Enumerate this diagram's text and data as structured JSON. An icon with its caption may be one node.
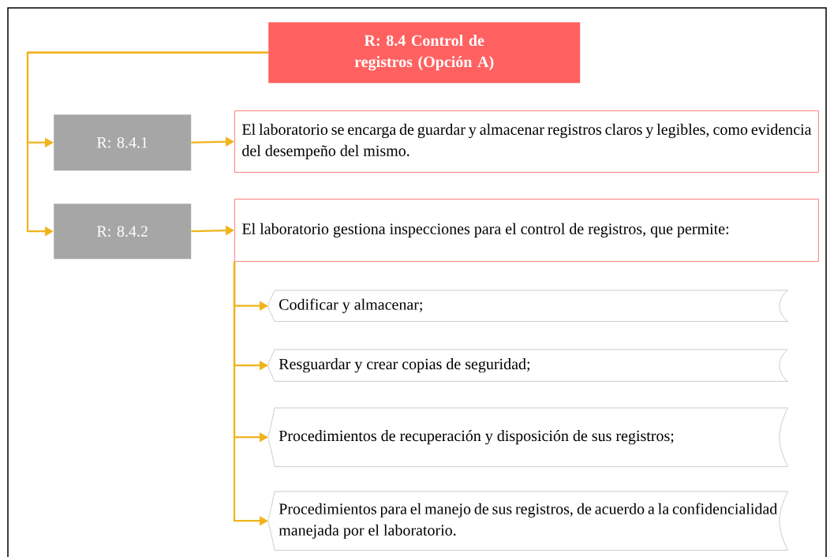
{
  "diagram": {
    "nodes": [
      {
        "text": [
          "R: 8.4 Control de registros (Opción A)"
        ]
      },
      {
        "text": [
          "R: 8.4.1"
        ]
      },
      {
        "text": [
          "El laboratorio se encarga de guardar y almacenar registros claros y legibles, como evidencia del desempeño del mismo."
        ]
      },
      {
        "text": [
          "R: 8.4.2"
        ]
      },
      {
        "text": [
          "El laboratorio gestiona inspecciones para el control de registros, que permite:"
        ]
      },
      {
        "text": [
          "Codificar y almacenar;"
        ]
      },
      {
        "text": [
          "Resguardar y crear copias de seguridad;"
        ]
      },
      {
        "text": [
          "Procedimientos de recuperación y disposición de sus registros;"
        ]
      },
      {
        "text": [
          "Procedimientos para el manejo de sus registros, de acuerdo a la confidencialidad manejada por el laboratorio."
        ]
      }
    ],
    "edges": [
      {
        "from": 0,
        "to": 1,
        "arrow": "to"
      },
      {
        "from": 0,
        "to": 3,
        "arrow": "to"
      },
      {
        "from": 1,
        "to": 2,
        "arrow": "to"
      },
      {
        "from": 3,
        "to": 4,
        "arrow": "to"
      },
      {
        "from": 4,
        "to": 5,
        "arrow": "to"
      },
      {
        "from": 4,
        "to": 6,
        "arrow": "to"
      },
      {
        "from": 4,
        "to": 7,
        "arrow": "to"
      },
      {
        "from": 4,
        "to": 8,
        "arrow": "to"
      }
    ]
  }
}
